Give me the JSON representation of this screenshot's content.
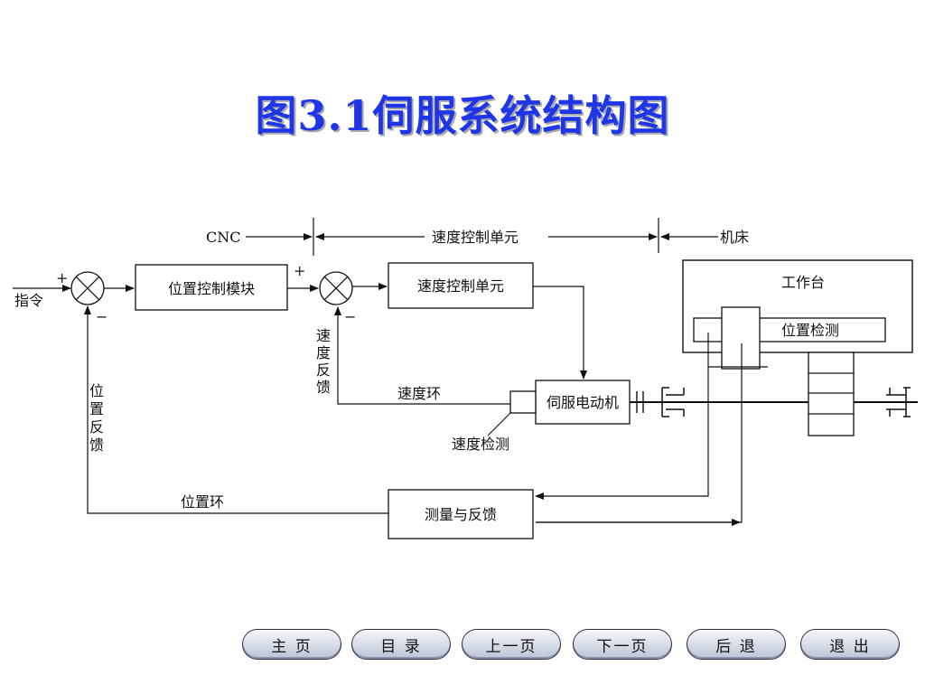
{
  "title": "图3.1伺服系统结构图",
  "diagram": {
    "sections": {
      "cnc": "CNC",
      "speed_unit": "速度控制单元",
      "machine": "机床"
    },
    "input": {
      "label": "指令",
      "plus": "+"
    },
    "blocks": {
      "position_control": "位置控制模块",
      "speed_control": "速度控制单元",
      "servo_motor": "伺服电动机",
      "measure_feedback": "测量与反馈",
      "worktable": "工作台",
      "position_detect": "位置检测"
    },
    "signs": {
      "plus": "+",
      "minus": "−"
    },
    "labels": {
      "speed_feedback": [
        "速",
        "度",
        "反",
        "馈"
      ],
      "position_feedback": [
        "位",
        "置",
        "反",
        "馈"
      ],
      "speed_loop": "速度环",
      "speed_detect": "速度检测",
      "position_loop": "位置环"
    }
  },
  "nav": {
    "home": "主 页",
    "contents": "目 录",
    "prev": "上一页",
    "next": "下一页",
    "back": "后 退",
    "exit": "退 出"
  }
}
